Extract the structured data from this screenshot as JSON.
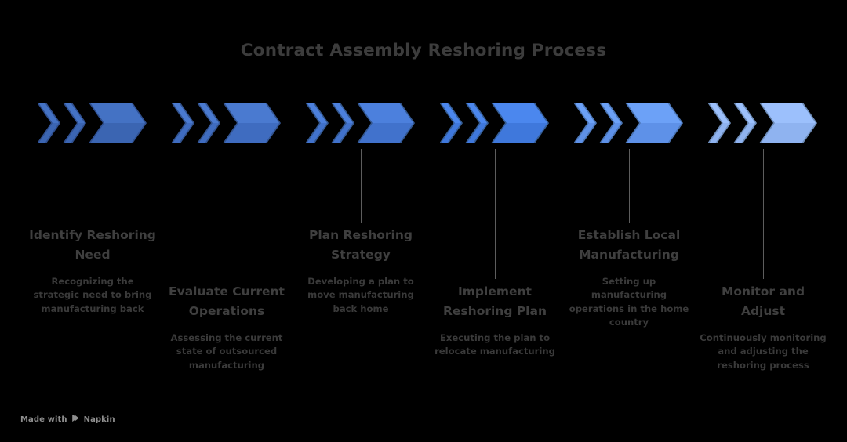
{
  "title": "Contract Assembly Reshoring Process",
  "background_color": "#000000",
  "title_color": "#3c3c3c",
  "connector_color": "#5d5d5d",
  "watermark": {
    "prefix": "Made with",
    "brand": "Napkin",
    "logo_icon": "napkin-play-logo-icon"
  },
  "steps": [
    {
      "index": 1,
      "title": "Identify Reshoring Need",
      "description": "Recognizing the strategic need to bring manufacturing back",
      "color": "#4472C4",
      "color_shade": "#3B65B2",
      "stroke": "#2F4F8F",
      "position": "above"
    },
    {
      "index": 2,
      "title": "Evaluate Current Operations",
      "description": "Assessing the current state of outsourced manufacturing",
      "color": "#4A7AD0",
      "color_shade": "#3F6CC0",
      "stroke": "#32538F",
      "position": "below"
    },
    {
      "index": 3,
      "title": "Plan Reshoring Strategy",
      "description": "Developing a plan to move manufacturing back home",
      "color": "#4C80DD",
      "color_shade": "#4172CC",
      "stroke": "#33578F",
      "position": "above"
    },
    {
      "index": 4,
      "title": "Implement Reshoring Plan",
      "description": "Executing the plan to relocate manufacturing",
      "color": "#4B87EE",
      "color_shade": "#3F78DC",
      "stroke": "#355D95",
      "position": "below"
    },
    {
      "index": 5,
      "title": "Establish Local Manufacturing",
      "description": "Setting up manufacturing operations in the home country",
      "color": "#6CA1F7",
      "color_shade": "#5E91E8",
      "stroke": "#4B75B4",
      "position": "above"
    },
    {
      "index": 6,
      "title": "Monitor and Adjust",
      "description": "Continuously monitoring and adjusting the reshoring process",
      "color": "#9CC0FC",
      "color_shade": "#8FB3F0",
      "stroke": "#6D8CB8",
      "position": "below"
    }
  ]
}
